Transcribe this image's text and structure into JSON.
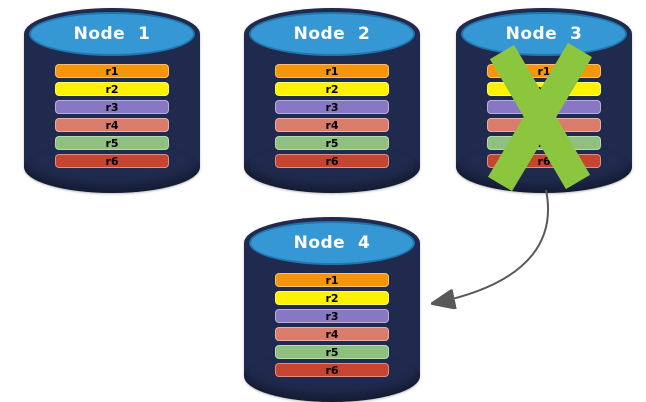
{
  "colors": {
    "canvas-bg": "#FFFFFF",
    "cylinder-navy": "#1F2A4E",
    "ellipse-blue": "#3598D4",
    "ellipse-border": "#2176AE",
    "node-label-color": "#FFFFFF",
    "record-label-color": "#000000",
    "x-green": "#8CC63E",
    "arrow-gray": "#595959"
  },
  "nodes": [
    {
      "label": "Node  1",
      "failed": false,
      "records": [
        {
          "label": "r1",
          "color": "#F5950B"
        },
        {
          "label": "r2",
          "color": "#FEF200"
        },
        {
          "label": "r3",
          "color": "#8878C3"
        },
        {
          "label": "r4",
          "color": "#D97C6C"
        },
        {
          "label": "r5",
          "color": "#8FC07F"
        },
        {
          "label": "r6",
          "color": "#C54530"
        }
      ]
    },
    {
      "label": "Node  2",
      "failed": false,
      "records": [
        {
          "label": "r1",
          "color": "#F5950B"
        },
        {
          "label": "r2",
          "color": "#FEF200"
        },
        {
          "label": "r3",
          "color": "#8878C3"
        },
        {
          "label": "r4",
          "color": "#D97C6C"
        },
        {
          "label": "r5",
          "color": "#8FC07F"
        },
        {
          "label": "r6",
          "color": "#C54530"
        }
      ]
    },
    {
      "label": "Node  3",
      "failed": true,
      "records": [
        {
          "label": "r1",
          "color": "#F5950B"
        },
        {
          "label": "r2",
          "color": "#FEF200"
        },
        {
          "label": "r3",
          "color": "#8878C3"
        },
        {
          "label": "r4",
          "color": "#D97C6C"
        },
        {
          "label": "r5",
          "color": "#8FC07F"
        },
        {
          "label": "r6",
          "color": "#C54530"
        }
      ]
    },
    {
      "label": "Node  4",
      "failed": false,
      "records": [
        {
          "label": "r1",
          "color": "#F5950B"
        },
        {
          "label": "r2",
          "color": "#FEF200"
        },
        {
          "label": "r3",
          "color": "#8878C3"
        },
        {
          "label": "r4",
          "color": "#D97C6C"
        },
        {
          "label": "r5",
          "color": "#8FC07F"
        },
        {
          "label": "r6",
          "color": "#C54530"
        }
      ]
    }
  ]
}
